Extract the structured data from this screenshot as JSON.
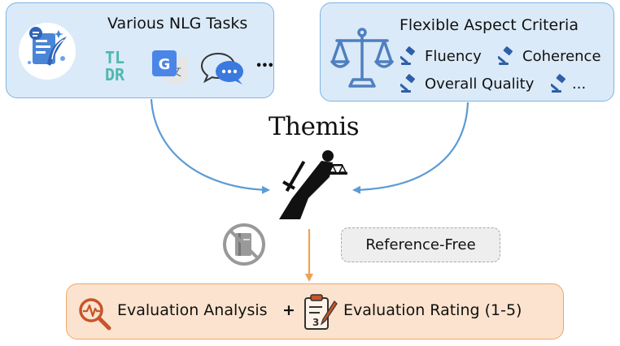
{
  "tasks_panel": {
    "title": "Various NLG Tasks",
    "more": "•••",
    "tldr_top": "TL",
    "tldr_bottom": "DR"
  },
  "criteria_panel": {
    "title": "Flexible Aspect Criteria",
    "items": [
      "Fluency",
      "Coherence",
      "Overall Quality",
      "..."
    ]
  },
  "center": {
    "title": "Themis"
  },
  "reference_badge": {
    "label": "Reference-Free"
  },
  "result": {
    "analysis_label": "Evaluation Analysis",
    "plus": "+",
    "rating_label": "Evaluation Rating (1-5)"
  },
  "colors": {
    "blue_arrow": "#5b9bd5",
    "orange_arrow": "#f0a055",
    "panel_blue": "#dbeaf8",
    "result_orange": "#fbe3cf"
  },
  "icons": [
    "feather-document-icon",
    "tldr-icon",
    "google-translate-icon",
    "chat-bubble-icon",
    "scales-icon",
    "gavel-icon",
    "themis-justice-icon",
    "no-reference-book-icon",
    "search-analysis-icon",
    "rating-clipboard-icon"
  ]
}
